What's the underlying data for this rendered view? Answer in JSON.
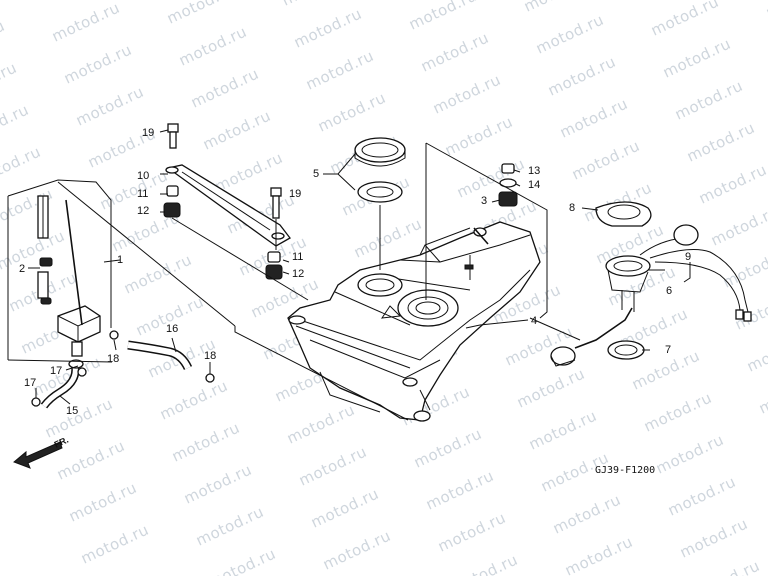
{
  "watermark": "motod.ru",
  "diagram_code": "GJ39-F1200",
  "front_marker": "FR.",
  "callouts": {
    "c1": "1",
    "c2": "2",
    "c3": "3",
    "c4": "4",
    "c5": "5",
    "c6": "6",
    "c7": "7",
    "c8": "8",
    "c9": "9",
    "c10": "10",
    "c11a": "11",
    "c11b": "11",
    "c12a": "12",
    "c12b": "12",
    "c13": "13",
    "c14": "14",
    "c15": "15",
    "c16": "16",
    "c17a": "17",
    "c17b": "17",
    "c18a": "18",
    "c18b": "18",
    "c19a": "19",
    "c19b": "19"
  }
}
